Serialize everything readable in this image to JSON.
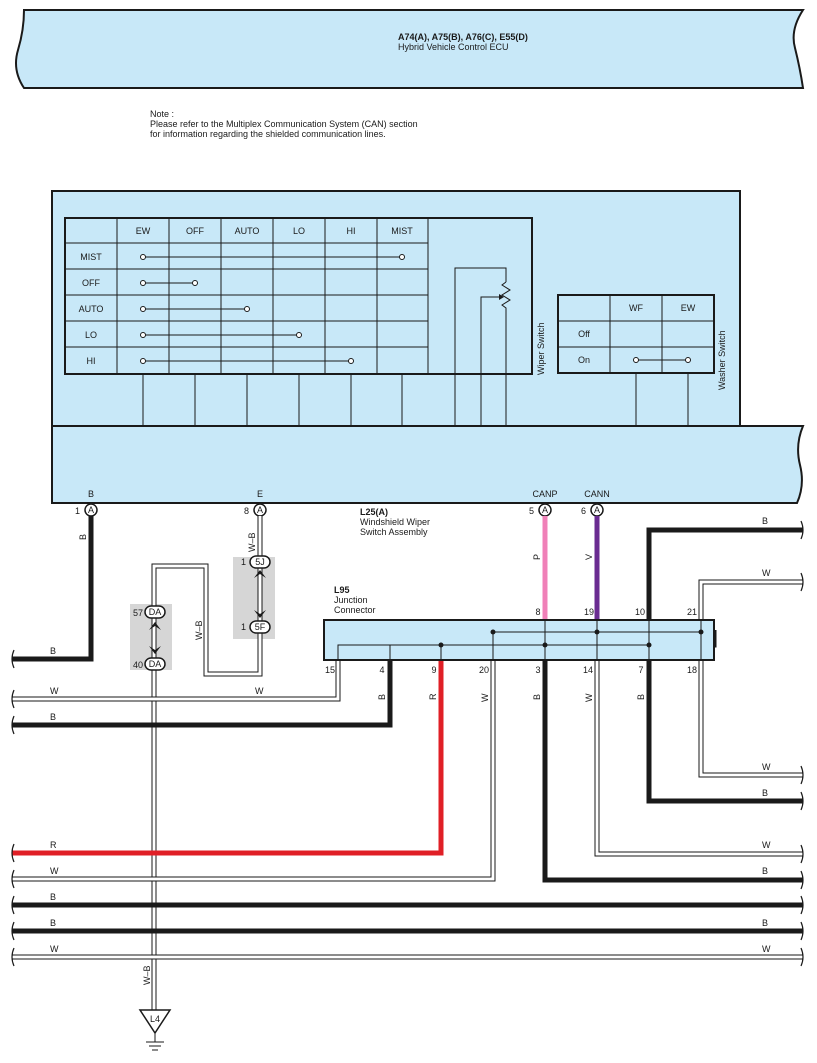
{
  "ecu": {
    "ids": "A74(A), A75(B), A76(C), E55(D)",
    "name": "Hybrid Vehicle Control ECU"
  },
  "note": {
    "title": "Note :",
    "line1": "Please refer to the Multiplex Communication System (CAN) section",
    "line2": "for information regarding the shielded communication lines."
  },
  "wiper_switch": {
    "label": "Wiper Switch",
    "columns": [
      "EW",
      "OFF",
      "AUTO",
      "LO",
      "HI",
      "MIST"
    ],
    "rows": [
      "MIST",
      "OFF",
      "AUTO",
      "LO",
      "HI"
    ]
  },
  "washer_switch": {
    "label": "Washer Switch",
    "columns": [
      "WF",
      "EW"
    ],
    "rows": [
      "Off",
      "On"
    ]
  },
  "assembly": {
    "id": "L25(A)",
    "name1": "Windshield Wiper",
    "name2": "Switch Assembly",
    "pins": [
      {
        "num": "1",
        "conn": "A",
        "sig": "B"
      },
      {
        "num": "8",
        "conn": "A",
        "sig": "E"
      },
      {
        "num": "5",
        "conn": "A",
        "sig": "CANP"
      },
      {
        "num": "6",
        "conn": "A",
        "sig": "CANN"
      }
    ]
  },
  "junction": {
    "id": "L95",
    "name1": "Junction",
    "name2": "Connector",
    "top_pins": [
      "8",
      "19",
      "10",
      "21"
    ],
    "bottom_pins": [
      "15",
      "4",
      "9",
      "20",
      "3",
      "14",
      "7",
      "18"
    ]
  },
  "connectors": {
    "j5": {
      "num": "1",
      "code": "5J"
    },
    "f5": {
      "num": "1",
      "code": "5F"
    },
    "da57": {
      "num": "57",
      "code": "DA"
    },
    "da40": {
      "num": "40",
      "code": "DA"
    }
  },
  "ground": "L4",
  "wire_colors": {
    "b": "B",
    "w": "W",
    "r": "R",
    "p": "P",
    "v": "V",
    "wb": "W–B"
  },
  "colors": {
    "panel": "#c8e8f8",
    "black": "#1a1a1a",
    "red": "#e01f26",
    "pink": "#f080b8",
    "violet": "#6a2c91",
    "connector_bg": "#d6d6d6"
  }
}
